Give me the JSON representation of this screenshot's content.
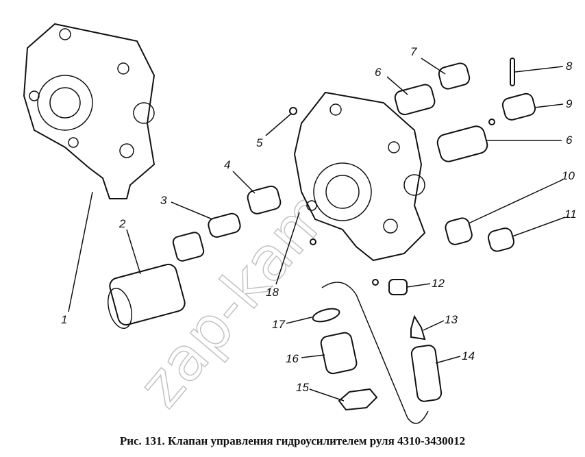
{
  "figure": {
    "caption": "Рис. 131. Клапан управления гидроусилителем руля 4310-3430012",
    "watermark": "zap-kama.ru",
    "labels": [
      "1",
      "2",
      "3",
      "4",
      "5",
      "6",
      "7",
      "8",
      "9",
      "6",
      "10",
      "11",
      "12",
      "13",
      "14",
      "15",
      "16",
      "17",
      "18"
    ]
  }
}
